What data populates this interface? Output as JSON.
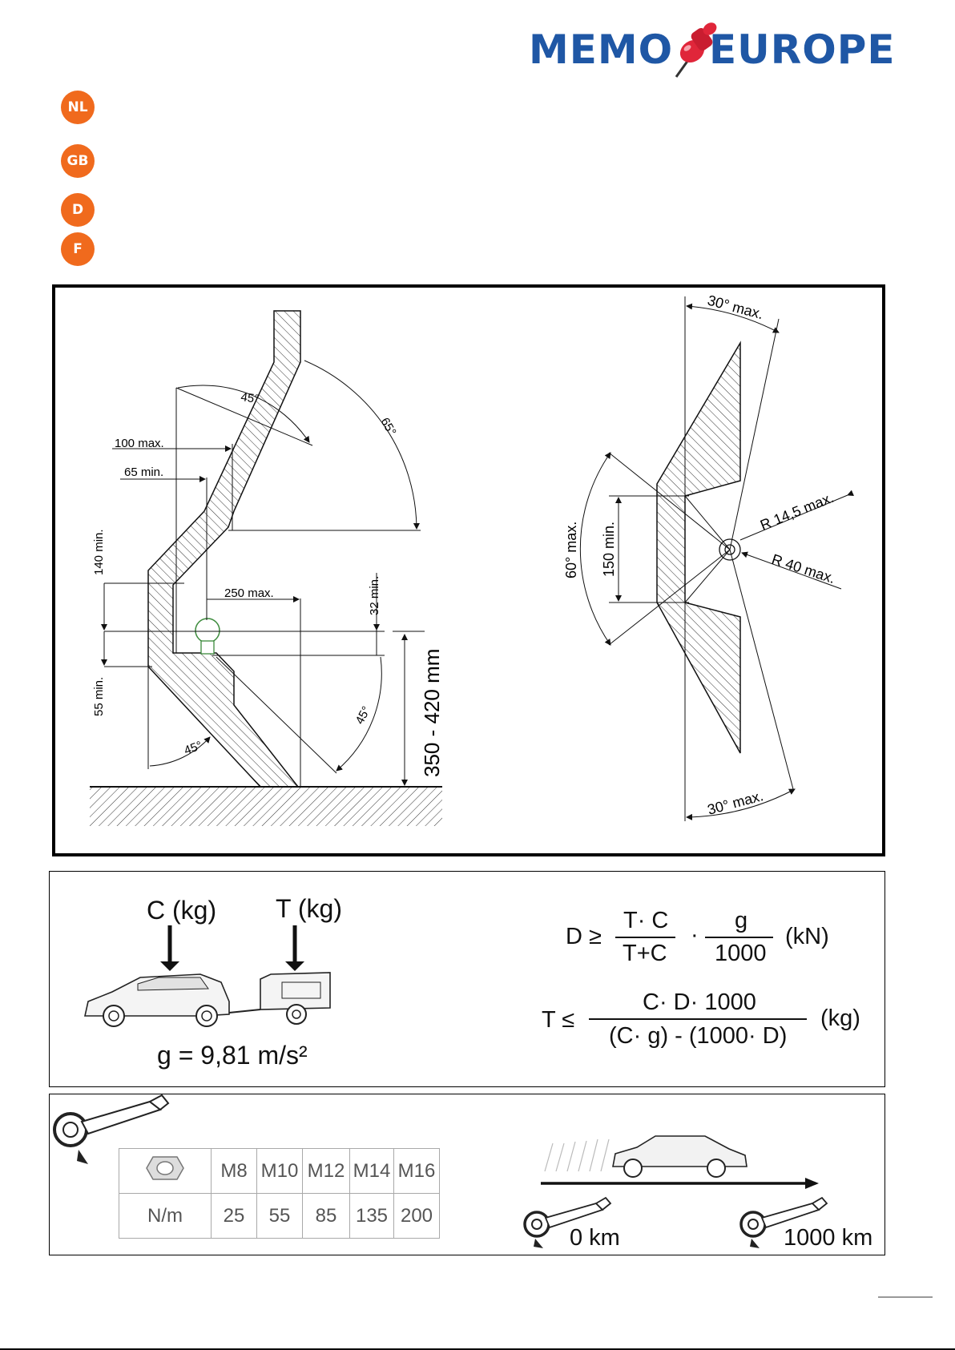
{
  "header": {
    "logo_left": "MEMO",
    "logo_right": "EUROPE",
    "colors": {
      "brand_blue": "#1f57a5",
      "pin_red": "#e0263a",
      "badge_orange": "#f06a1d"
    }
  },
  "languages": [
    "NL",
    "GB",
    "D",
    "F"
  ],
  "diagram": {
    "side": {
      "angle_45_top": "45°",
      "angle_65": "65°",
      "dim_100_max": "100 max.",
      "dim_65_min": "65 min.",
      "dim_140_min": "140 min.",
      "dim_250_max": "250 max.",
      "dim_32_min": "32 min.",
      "dim_55_min": "55 min.",
      "height_range": "350 - 420 mm",
      "angle_45_right": "45°",
      "angle_45_bottom": "45°"
    },
    "top": {
      "angle_30_top": "30° max.",
      "angle_30_bottom": "30° max.",
      "angle_60": "60° max.",
      "dim_150_min": "150 min.",
      "radius_14_5": "R 14,5 max.",
      "radius_40": "R 40 max."
    }
  },
  "formula": {
    "c_label": "C (kg)",
    "t_label": "T (kg)",
    "gravity": "g = 9,81 m/s²",
    "d_lhs": "D ≥",
    "d_num1": "T· C",
    "d_den1": "T+C",
    "d_dot": "·",
    "d_num2": "g",
    "d_den2": "1000",
    "d_unit": "(kN)",
    "t_lhs": "T ≤",
    "t_num": "C· D· 1000",
    "t_den": "(C· g) - (1000· D)",
    "t_unit": "(kg)"
  },
  "torque": {
    "headers": [
      "M8",
      "M10",
      "M12",
      "M14",
      "M16"
    ],
    "row_label": "N/m",
    "values": [
      "25",
      "55",
      "85",
      "135",
      "200"
    ],
    "start_km": "0 km",
    "check_km": "1000 km"
  }
}
